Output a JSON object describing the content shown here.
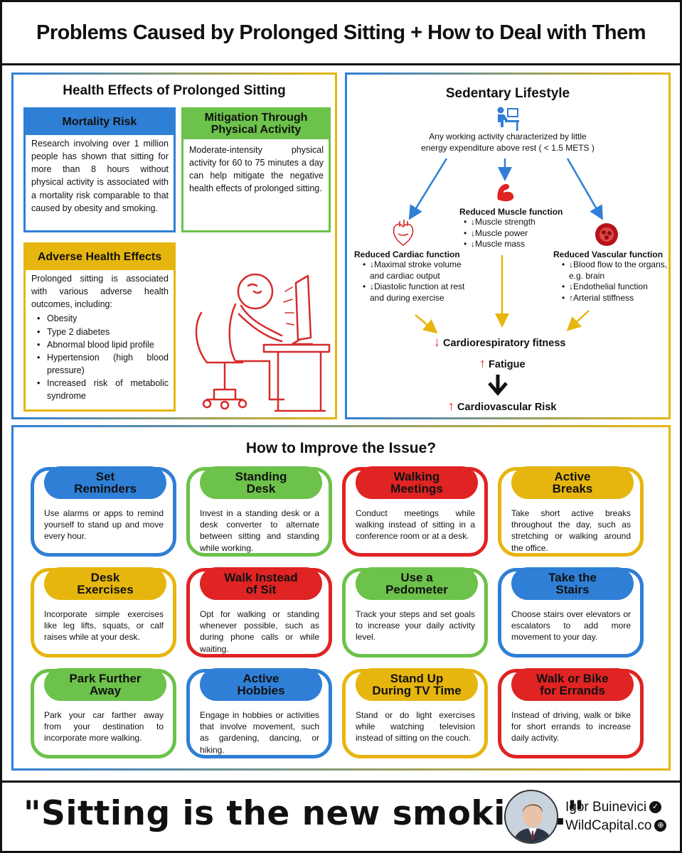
{
  "title": "Problems Caused by Prolonged Sitting + How to Deal with Them",
  "health_effects": {
    "title": "Health Effects of Prolonged Sitting",
    "mortality": {
      "title": "Mortality Risk",
      "text": "Research involving over 1 million people has shown that sitting for more than 8 hours without physical activity is associated with a mortality risk comparable to that caused by obesity and smoking."
    },
    "mitigation": {
      "title": "Mitigation Through Physical Activity",
      "text": "Moderate-intensity physical activity for 60 to 75 minutes a day can help mitigate the negative health effects of prolonged sitting."
    },
    "adverse": {
      "title": "Adverse Health Effects",
      "intro": "Prolonged sitting is associated with various adverse health outcomes, including:",
      "items": [
        "Obesity",
        "Type 2 diabetes",
        "Abnormal blood lipid profile",
        "Hypertension (high blood pressure)",
        "Increased risk of metabolic syndrome"
      ]
    }
  },
  "sedentary": {
    "title": "Sedentary Lifestyle",
    "definition_1": "Any working activity characterized by little",
    "definition_2": "energy expenditure above rest ( < 1.5 METS )",
    "cardiac": {
      "title": "Reduced Cardiac function",
      "items": [
        "Maximal stroke volume and cardiac output",
        "Diastolic function at rest and during exercise"
      ]
    },
    "muscle": {
      "title": "Reduced Muscle function",
      "items": [
        "Muscle strength",
        "Muscle power",
        "Muscle mass"
      ]
    },
    "vascular": {
      "title": "Reduced Vascular function",
      "items": [
        "Blood flow to the organs, e.g. brain",
        "Endothelial function"
      ],
      "up_item": "Arterial stiffness"
    },
    "down_arrow": "↓",
    "up_arrow": "↑",
    "fitness": "Cardiorespiratory fitness",
    "fatigue": "Fatigue",
    "risk": "Cardiovascular Risk"
  },
  "improve": {
    "title": "How to Improve the Issue?",
    "tips": [
      {
        "title_1": "Set",
        "title_2": "Reminders",
        "text": "Use alarms or apps to remind yourself to stand up and move every hour.",
        "color": "#2f7fd6"
      },
      {
        "title_1": "Standing",
        "title_2": "Desk",
        "text": "Invest in a standing desk or a desk converter to alternate between sitting and standing while working.",
        "color": "#6cc24a"
      },
      {
        "title_1": "Walking",
        "title_2": "Meetings",
        "text": "Conduct meetings while walking instead of sitting in a conference room or at a desk.",
        "color": "#e02323"
      },
      {
        "title_1": "Active",
        "title_2": "Breaks",
        "text": "Take short active breaks throughout the day, such as stretching or walking around the office.",
        "color": "#e6b60f"
      },
      {
        "title_1": "Desk",
        "title_2": "Exercises",
        "text": "Incorporate simple exercises like leg lifts, squats, or calf raises while at your desk.",
        "color": "#e6b60f"
      },
      {
        "title_1": "Walk Instead",
        "title_2": "of Sit",
        "text": "Opt for walking or standing whenever possible, such as during phone calls or while waiting.",
        "color": "#e02323"
      },
      {
        "title_1": "Use a",
        "title_2": "Pedometer",
        "text": "Track your steps and set goals to increase your daily activity level.",
        "color": "#6cc24a"
      },
      {
        "title_1": "Take the",
        "title_2": "Stairs",
        "text": "Choose stairs over elevators or escalators to add more movement to your day.",
        "color": "#2f7fd6"
      },
      {
        "title_1": "Park Further",
        "title_2": "Away",
        "text": "Park your car farther away from your destination to incorporate more walking.",
        "color": "#6cc24a"
      },
      {
        "title_1": "Active",
        "title_2": "Hobbies",
        "text": "Engage in hobbies or activities that involve movement, such as gardening, dancing, or hiking.",
        "color": "#2f7fd6"
      },
      {
        "title_1": "Stand Up",
        "title_2": "During TV Time",
        "text": "Stand or do light exercises while watching television instead of sitting on the couch.",
        "color": "#e6b60f"
      },
      {
        "title_1": "Walk or Bike",
        "title_2": "for Errands",
        "text": "Instead of driving, walk or bike for short errands to increase daily activity.",
        "color": "#e02323"
      }
    ]
  },
  "footer": {
    "quote": "\"Sitting is the new smoking.\"",
    "author_name": "Igor Buinevici",
    "author_site": "WildCapital.co"
  }
}
